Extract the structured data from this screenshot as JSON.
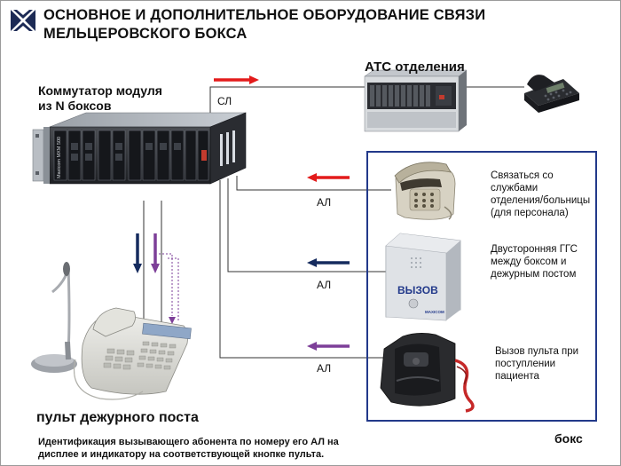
{
  "title": {
    "line1": "ОСНОВНОЕ И ДОПОЛНИТЕЛЬНОЕ ОБОРУДОВАНИЕ СВЯЗИ",
    "line2": "МЕЛЬЦЕРОВСКОГО БОКСА"
  },
  "switch": {
    "label_line1": "Коммутатор  модуля",
    "label_line2": "из N боксов",
    "brand": "Maxicom  MXM 500"
  },
  "pbx": {
    "label": "АТС отделения"
  },
  "links": {
    "sl": "СЛ",
    "al1": "АЛ",
    "al2": "АЛ",
    "al3": "АЛ"
  },
  "devices": {
    "contact_line1": "Связаться со",
    "contact_line2": "службами",
    "contact_line3": "отделения/больницы",
    "contact_line4": "(для персонала)",
    "ggs_line1": "Двусторонняя ГГС",
    "ggs_line2": "между боксом и",
    "ggs_line3": "дежурным постом",
    "ggs_panel_text": "ВЫЗОВ",
    "ggs_brand": "MAXICOM",
    "call_line1": "Вызов пульта при",
    "call_line2": "поступлении",
    "call_line3": "пациента"
  },
  "console": {
    "label": "пульт дежурного поста"
  },
  "box": {
    "label": "бокс"
  },
  "footnote": {
    "line1": "Идентификация вызывающего абонента по номеру его АЛ на",
    "line2": "дисплее и индикатору на соответствующей кнопке пульта."
  },
  "colors": {
    "red_arrow": "#e31b1b",
    "navy_arrow": "#152b5e",
    "purple_arrow": "#7d3f98",
    "line": "#333333",
    "box_border": "#22398a"
  }
}
